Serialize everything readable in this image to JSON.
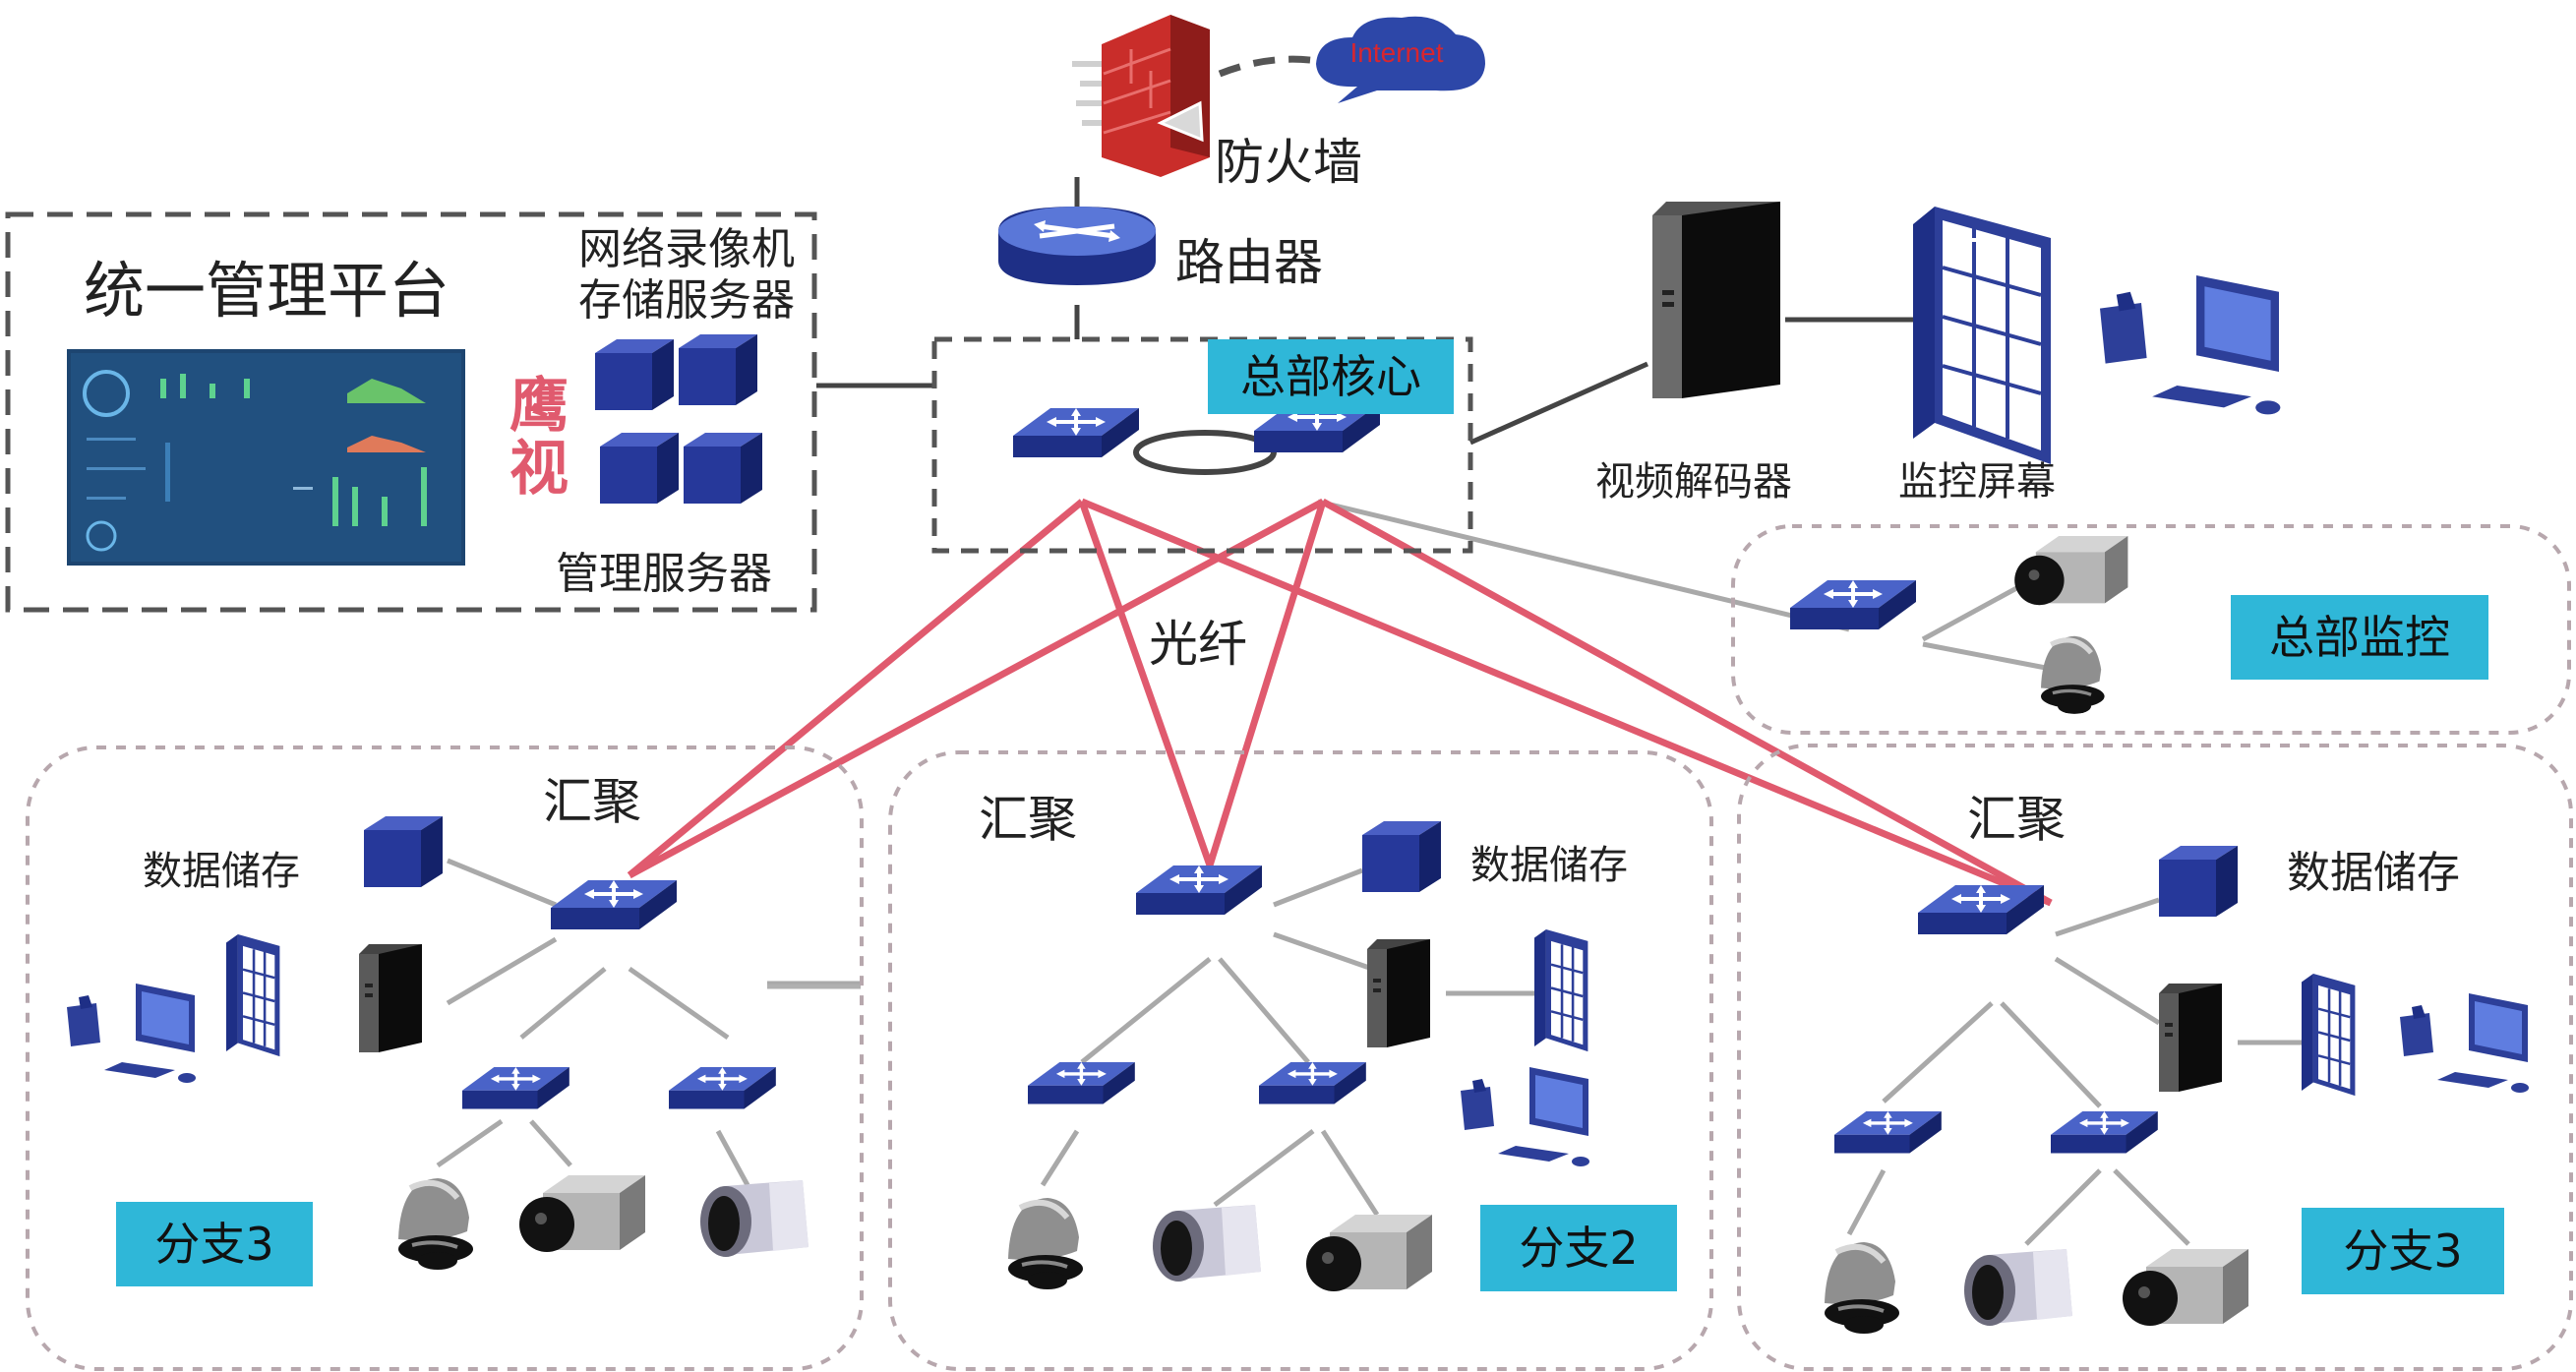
{
  "internet": {
    "label": "Internet"
  },
  "firewall": {
    "label": "防火墙"
  },
  "router": {
    "label": "路由器"
  },
  "management": {
    "title": "统一管理平台",
    "nvr_line1": "网络录像机",
    "nvr_line2": "存储服务器",
    "brand_line1": "鹰",
    "brand_line2": "视",
    "server_label": "管理服务器"
  },
  "core": {
    "label": "总部核心"
  },
  "decoder": {
    "label": "视频解码器"
  },
  "screen": {
    "label": "监控屏幕"
  },
  "hq_monitor": {
    "label": "总部监控"
  },
  "fiber": {
    "label": "光纤"
  },
  "branches": [
    {
      "agg_label": "汇聚",
      "storage_label": "数据储存",
      "tag": "分支3"
    },
    {
      "agg_label": "汇聚",
      "storage_label": "数据储存",
      "tag": "分支2"
    },
    {
      "agg_label": "汇聚",
      "storage_label": "数据储存",
      "tag": "分支3"
    }
  ],
  "colors": {
    "fiber": "#e05a6e",
    "device_blue": "#2d3f99",
    "tag_bg": "#2fb7d8",
    "dashed_border": "#555555",
    "region_border": "#b7a7ad",
    "firewall_red": "#c92d2a",
    "cloud_blue": "#2d47a8",
    "internet_text": "#d8262f"
  },
  "icons": [
    "firewall-icon",
    "cloud-icon",
    "router-icon",
    "switch-icon",
    "server-icon",
    "pc-tower-icon",
    "monitor-screen-icon",
    "workstation-icon",
    "dome-camera-icon",
    "box-camera-icon",
    "bullet-camera-icon",
    "dashboard-screen-icon"
  ]
}
